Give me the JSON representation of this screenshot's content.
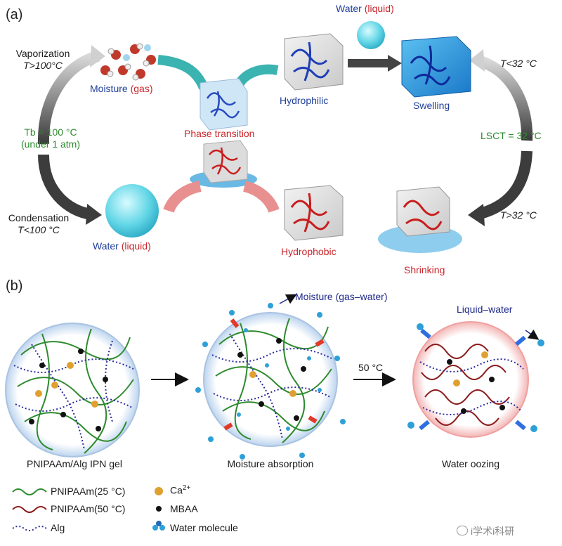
{
  "panel_a": {
    "label": "(a)",
    "vaporization": "Vaporization",
    "vapor_temp": "T>100°C",
    "moisture": "Moisture",
    "moisture_state": "(gas)",
    "tb": "Tb = 100 °C",
    "tb_note": "(under 1 atm)",
    "condensation": "Condensation",
    "cond_temp": "T<100 °C",
    "water": "Water",
    "water_state": "(liquid)",
    "phase_transition": "Phase transition",
    "hydrophilic": "Hydrophilic",
    "hydrophobic": "Hydrophobic",
    "top_water": "Water",
    "top_water_state": "(liquid)",
    "swelling": "Swelling",
    "shrinking": "Shrinking",
    "t_low": "T<32 °C",
    "t_high": "T>32 °C",
    "lsct": "LSCT = 32 °C"
  },
  "panel_b": {
    "label": "(b)",
    "moisture_gas_water": "Moisture (gas–water)",
    "liquid_water": "Liquid–water",
    "temp_step": "50 °C",
    "caption_1": "PNIPAAm/Alg IPN gel",
    "caption_2": "Moisture absorption",
    "caption_3": "Water oozing"
  },
  "legend": {
    "pnipaam_25": "PNIPAAm(25 °C)",
    "pnipaam_50": "PNIPAAm(50 °C)",
    "alg": "Alg",
    "ca": "Ca",
    "ca_sup": "2+",
    "mbaa": "MBAA",
    "water_molecule": "Water molecule"
  },
  "watermark": "i学术i科研",
  "colors": {
    "blue_text": "#1f3f9a",
    "red_text": "#c8262c",
    "green_text": "#2d8a2d",
    "pnipaam_25": "#2e8b2e",
    "pnipaam_50": "#8b1c1c",
    "alg": "#2b2b9a",
    "ca": "#e0a030",
    "water_blue": "#2ea0d8"
  }
}
